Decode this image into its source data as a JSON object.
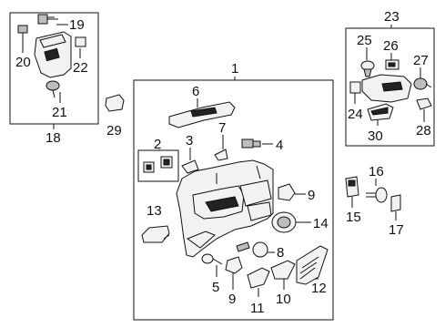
{
  "callouts": {
    "c1": "1",
    "c2": "2",
    "c3": "3",
    "c4": "4",
    "c5": "5",
    "c6": "6",
    "c7": "7",
    "c8": "8",
    "c9a": "9",
    "c9b": "9",
    "c10": "10",
    "c11": "11",
    "c12": "12",
    "c13": "13",
    "c14": "14",
    "c15": "15",
    "c16": "16",
    "c17": "17",
    "c18": "18",
    "c19": "19",
    "c20": "20",
    "c21": "21",
    "c22": "22",
    "c23": "23",
    "c24": "24",
    "c25": "25",
    "c26": "26",
    "c27": "27",
    "c28": "28",
    "c29": "29",
    "c30": "30"
  },
  "colors": {
    "line": "#111111",
    "part_fill": "#f2f2f2",
    "dark_fill": "#222222",
    "background": "#ffffff"
  }
}
